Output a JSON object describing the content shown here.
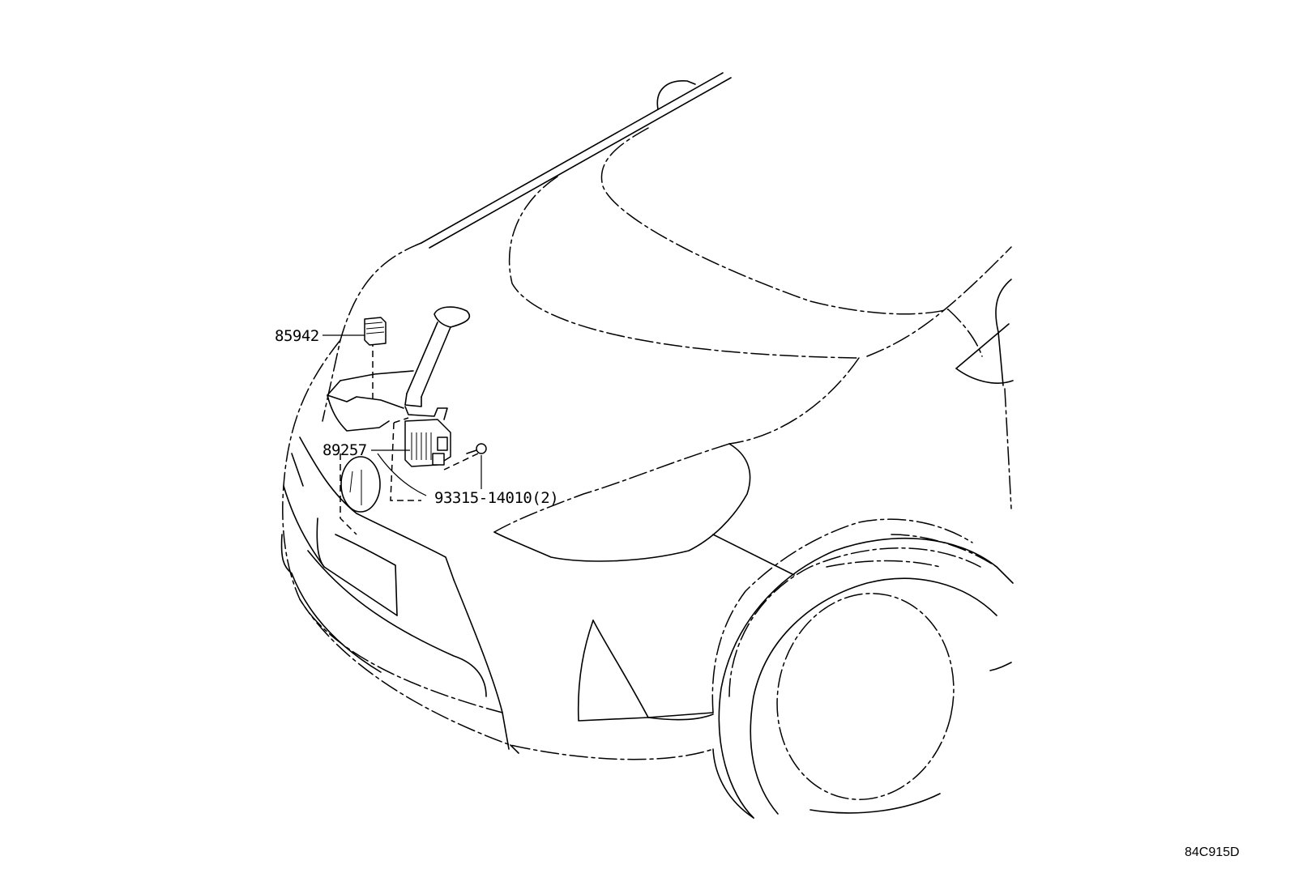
{
  "diagram": {
    "callouts": [
      {
        "id": "85942",
        "label": "85942"
      },
      {
        "id": "89257",
        "label": "89257"
      },
      {
        "id": "93315",
        "label": "93315-14010(2)"
      }
    ],
    "reference_code": "84C915D"
  }
}
